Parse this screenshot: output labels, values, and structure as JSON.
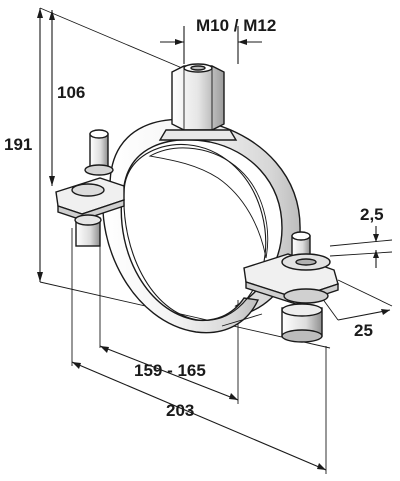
{
  "dimensions": {
    "thread": "M10 / M12",
    "height_to_pipe": "106",
    "overall_height": "191",
    "thickness": "2,5",
    "width": "25",
    "pipe_range": "159 - 165",
    "overall_length": "203"
  },
  "colors": {
    "line": "#1a1a1a",
    "metal_light": "#f2f2f2",
    "metal_mid": "#d9d9d9",
    "metal_dark": "#a8a8a8"
  }
}
